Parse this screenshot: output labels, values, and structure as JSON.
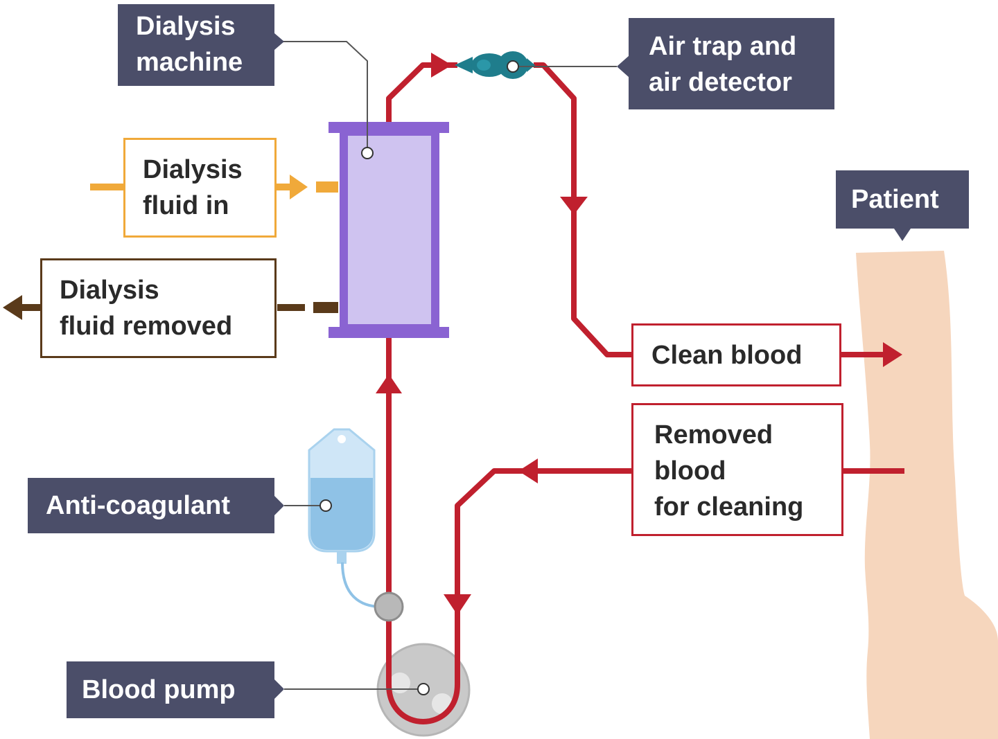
{
  "labels": {
    "dialysis_machine": "Dialysis\nmachine",
    "air_trap": "Air trap and\nair detector",
    "dialysis_fluid_in": "Dialysis\nfluid in",
    "dialysis_fluid_removed": "Dialysis\nfluid removed",
    "patient": "Patient",
    "clean_blood": "Clean blood",
    "removed_blood": "Removed\nblood\nfor cleaning",
    "anti_coagulant": "Anti-coagulant",
    "blood_pump": "Blood pump"
  },
  "colors": {
    "label_dark": "#4b4e69",
    "blood_tube": "#c0202e",
    "fluid_in": "#f0a93a",
    "fluid_removed": "#5a3a1a",
    "dialyser_frame": "#8a63d2",
    "dialyser_fill": "#cfc3f0",
    "air_trap": "#1f7d8c",
    "skin": "#f6d6bd",
    "iv_bag": "#a9d2ee",
    "pump": "#c9c9c9"
  }
}
